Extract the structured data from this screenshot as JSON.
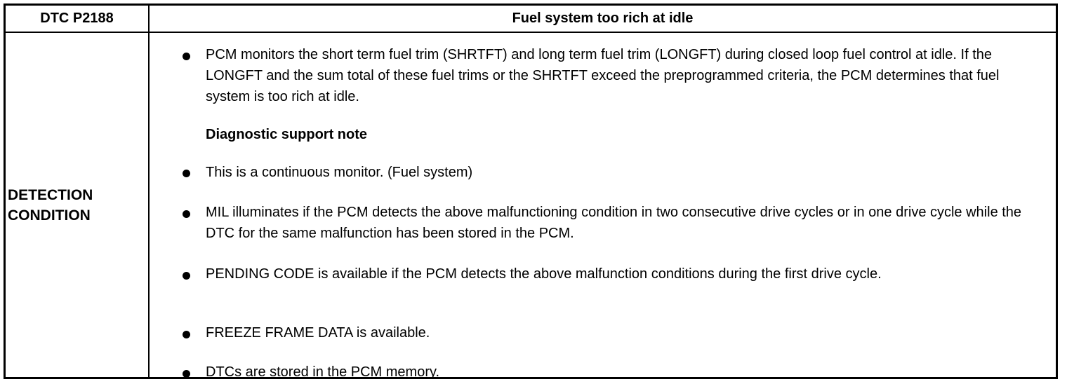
{
  "header": {
    "code": "DTC P2188",
    "title": "Fuel system too rich at idle"
  },
  "detection": {
    "label_line1": "DETECTION",
    "label_line2": "CONDITION",
    "paragraph_1": "PCM monitors the short term fuel trim (SHRTFT) and long term fuel trim (LONGFT) during closed loop fuel control at idle. If the LONGFT and the sum total of these fuel trims or the SHRTFT exceed the preprogrammed criteria, the PCM determines that fuel system is too rich at idle.",
    "support_heading": "Diagnostic support note",
    "notes": [
      "This is a continuous monitor. (Fuel system)",
      "MIL illuminates if the PCM detects the above malfunctioning condition in two consecutive drive cycles or in one drive cycle while the DTC for the same malfunction has been stored in the PCM.",
      "PENDING CODE is available if the PCM detects the above malfunction conditions during the first drive cycle.",
      "FREEZE FRAME DATA is available.",
      "DTCs are stored in the PCM memory."
    ]
  }
}
